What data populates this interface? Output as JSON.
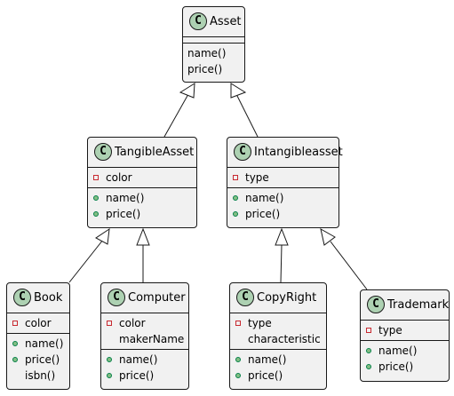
{
  "classes": {
    "asset": {
      "name": "Asset",
      "attributes": [],
      "methods": [
        {
          "vis": "none",
          "text": "name()"
        },
        {
          "vis": "none",
          "text": "price()"
        }
      ]
    },
    "tangible": {
      "name": "TangibleAsset",
      "attributes": [
        {
          "vis": "private",
          "text": "color"
        }
      ],
      "methods": [
        {
          "vis": "public",
          "text": "name()"
        },
        {
          "vis": "public",
          "text": "price()"
        }
      ]
    },
    "intangible": {
      "name": "Intangibleasset",
      "attributes": [
        {
          "vis": "private",
          "text": "type"
        }
      ],
      "methods": [
        {
          "vis": "public",
          "text": "name()"
        },
        {
          "vis": "public",
          "text": "price()"
        }
      ]
    },
    "book": {
      "name": "Book",
      "attributes": [
        {
          "vis": "private",
          "text": "color"
        }
      ],
      "methods": [
        {
          "vis": "public",
          "text": "name()"
        },
        {
          "vis": "public",
          "text": "price()"
        },
        {
          "vis": "none",
          "text": "isbn()"
        }
      ]
    },
    "computer": {
      "name": "Computer",
      "attributes": [
        {
          "vis": "private",
          "text": "color"
        },
        {
          "vis": "none",
          "text": "makerName"
        }
      ],
      "methods": [
        {
          "vis": "public",
          "text": "name()"
        },
        {
          "vis": "public",
          "text": "price()"
        }
      ]
    },
    "copyright": {
      "name": "CopyRight",
      "attributes": [
        {
          "vis": "private",
          "text": "type"
        },
        {
          "vis": "none",
          "text": "characteristic"
        }
      ],
      "methods": [
        {
          "vis": "public",
          "text": "name()"
        },
        {
          "vis": "public",
          "text": "price()"
        }
      ]
    },
    "trademark": {
      "name": "Trademark",
      "attributes": [
        {
          "vis": "private",
          "text": "type"
        }
      ],
      "methods": [
        {
          "vis": "public",
          "text": "name()"
        },
        {
          "vis": "public",
          "text": "price()"
        }
      ]
    }
  },
  "badge_letter": "C",
  "colors": {
    "box_fill": "#f1f1f1",
    "border": "#181818",
    "badge": "#add1b2",
    "private": "#c82930",
    "public_fill": "#84be84",
    "public_border": "#038048"
  }
}
